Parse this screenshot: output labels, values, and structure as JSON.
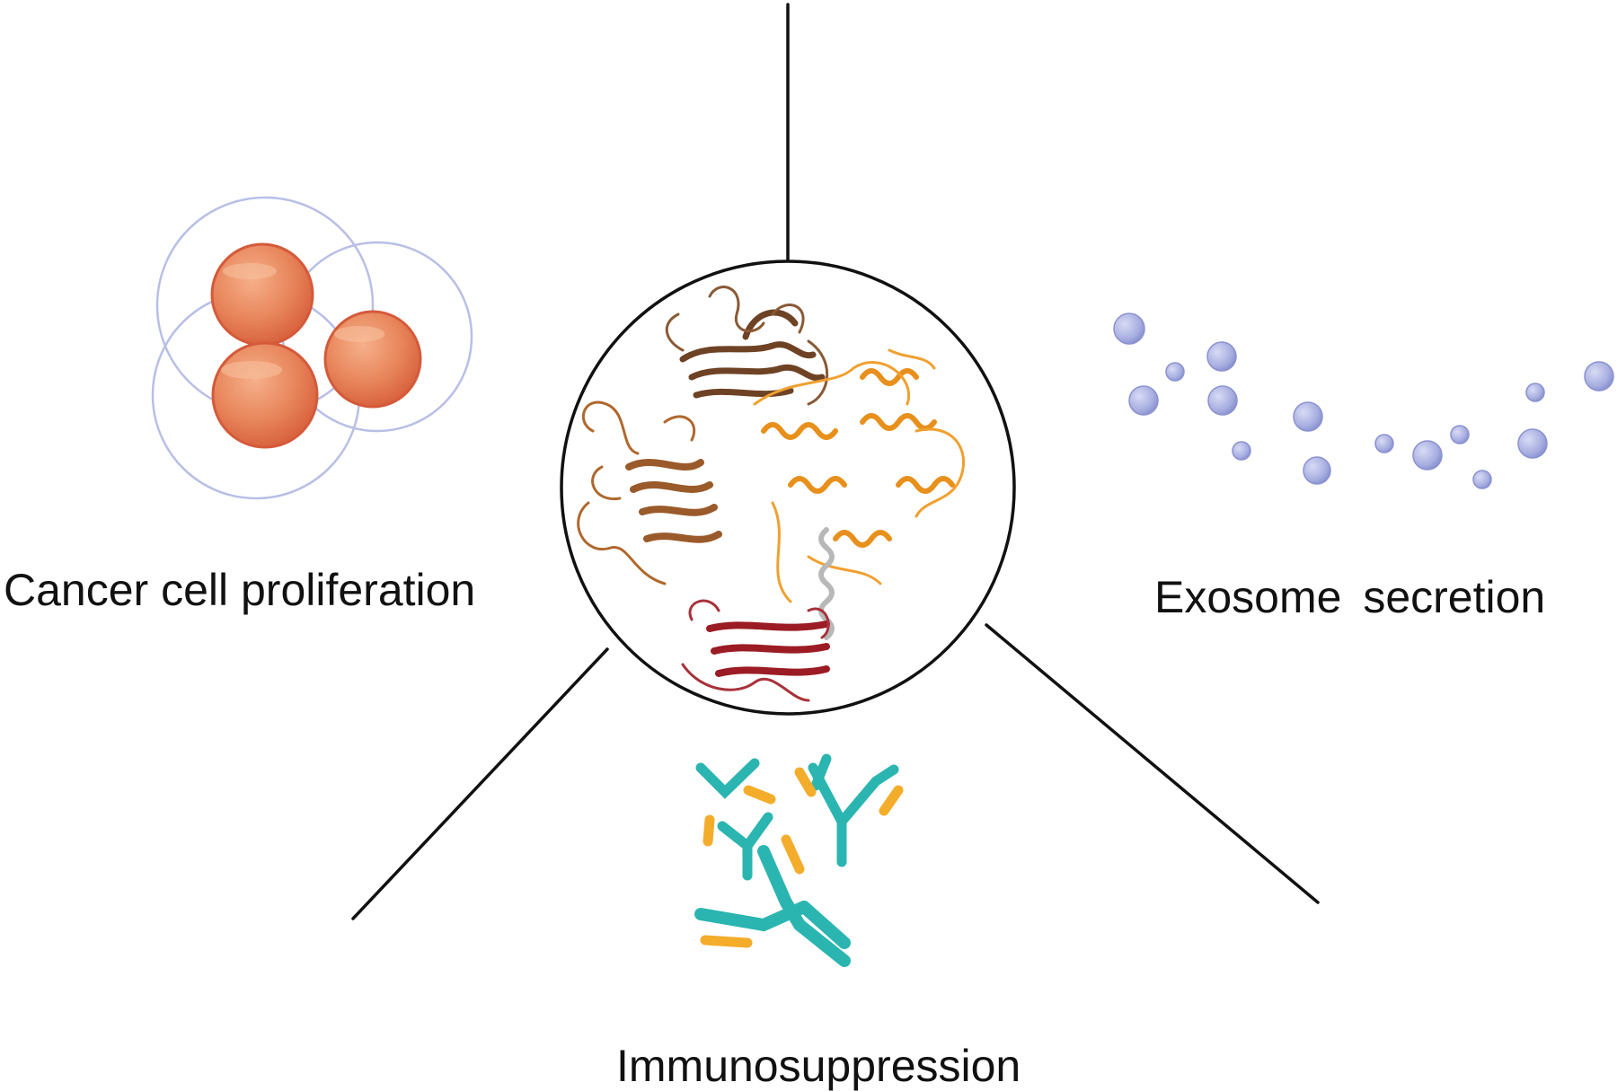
{
  "labels": {
    "proliferation": "Cancer cell proliferation",
    "exosome": "Exosome  secretion",
    "immunosuppression": "Immunosuppression"
  },
  "colors": {
    "line": "#111111",
    "cell": "#e8865c",
    "cell_outline": "#d45a3a",
    "membrane": "#b8bfe6",
    "exosome": "#a9afe0",
    "antibody": "#2bb5b1",
    "antigen": "#f3ad2b",
    "protein_brown": "#7a4a2a",
    "protein_orange": "#e8901c",
    "protein_red": "#9b1c24"
  },
  "icons": [
    "cancer-cells-icon",
    "protein-structure-icon",
    "exosome-vesicles-icon",
    "antibody-icon"
  ]
}
